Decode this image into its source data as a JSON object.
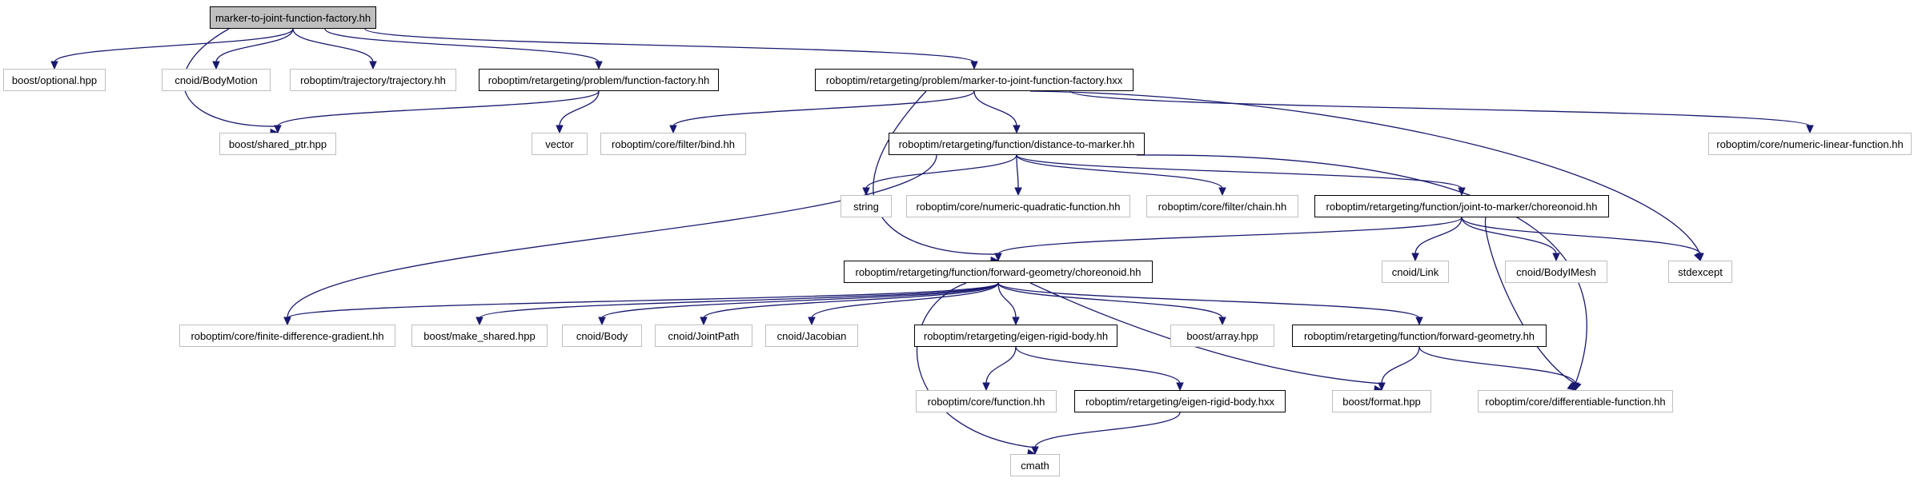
{
  "graph": {
    "nodes": {
      "root": "marker-to-joint-function-factory.hh",
      "optional": "boost/optional.hpp",
      "bodymotion": "cnoid/BodyMotion",
      "trajectory": "roboptim/trajectory/trajectory.hh",
      "funcfactory": "roboptim/retargeting/problem/function-factory.hh",
      "m2jhxx": "roboptim/retargeting/problem/marker-to-joint-function-factory.hxx",
      "shared_ptr": "boost/shared_ptr.hpp",
      "vector": "vector",
      "bind": "roboptim/core/filter/bind.hh",
      "dist": "roboptim/retargeting/function/distance-to-marker.hh",
      "numlin": "roboptim/core/numeric-linear-function.hh",
      "string": "string",
      "numquad": "roboptim/core/numeric-quadratic-function.hh",
      "chain": "roboptim/core/filter/chain.hh",
      "j2m": "roboptim/retargeting/function/joint-to-marker/choreonoid.hh",
      "fgchor": "roboptim/retargeting/function/forward-geometry/choreonoid.hh",
      "link": "cnoid/Link",
      "bodymesh": "cnoid/BodyIMesh",
      "stdexcept": "stdexcept",
      "fdgrad": "roboptim/core/finite-difference-gradient.hh",
      "makeshared": "boost/make_shared.hpp",
      "body": "cnoid/Body",
      "jointpath": "cnoid/JointPath",
      "jacobian": "cnoid/Jacobian",
      "erbhh": "roboptim/retargeting/eigen-rigid-body.hh",
      "array": "boost/array.hpp",
      "fg": "roboptim/retargeting/function/forward-geometry.hh",
      "corefunc": "roboptim/core/function.hh",
      "erbhxx": "roboptim/retargeting/eigen-rigid-body.hxx",
      "format": "boost/format.hpp",
      "difffunc": "roboptim/core/differentiable-function.hh",
      "cmath": "cmath"
    },
    "edges": [
      [
        "root",
        "optional"
      ],
      [
        "root",
        "bodymotion"
      ],
      [
        "root",
        "trajectory"
      ],
      [
        "root",
        "funcfactory"
      ],
      [
        "root",
        "m2jhxx"
      ],
      [
        "root",
        "shared_ptr"
      ],
      [
        "funcfactory",
        "shared_ptr"
      ],
      [
        "funcfactory",
        "vector"
      ],
      [
        "m2jhxx",
        "bind"
      ],
      [
        "m2jhxx",
        "dist"
      ],
      [
        "m2jhxx",
        "numlin"
      ],
      [
        "m2jhxx",
        "stdexcept"
      ],
      [
        "m2jhxx",
        "fgchor"
      ],
      [
        "dist",
        "string"
      ],
      [
        "dist",
        "numquad"
      ],
      [
        "dist",
        "chain"
      ],
      [
        "dist",
        "j2m"
      ],
      [
        "dist",
        "fdgrad"
      ],
      [
        "dist",
        "difffunc"
      ],
      [
        "j2m",
        "fgchor"
      ],
      [
        "j2m",
        "link"
      ],
      [
        "j2m",
        "bodymesh"
      ],
      [
        "j2m",
        "stdexcept"
      ],
      [
        "j2m",
        "difffunc"
      ],
      [
        "fgchor",
        "fdgrad"
      ],
      [
        "fgchor",
        "makeshared"
      ],
      [
        "fgchor",
        "body"
      ],
      [
        "fgchor",
        "jointpath"
      ],
      [
        "fgchor",
        "jacobian"
      ],
      [
        "fgchor",
        "erbhh"
      ],
      [
        "fgchor",
        "array"
      ],
      [
        "fgchor",
        "fg"
      ],
      [
        "fgchor",
        "format"
      ],
      [
        "fgchor",
        "cmath"
      ],
      [
        "erbhh",
        "corefunc"
      ],
      [
        "erbhh",
        "erbhxx"
      ],
      [
        "erbhxx",
        "cmath"
      ],
      [
        "fg",
        "format"
      ],
      [
        "fg",
        "difffunc"
      ]
    ]
  },
  "colors": {
    "edge": "#191970",
    "external_border": "#bfbfbf",
    "internal_border": "#000000",
    "root_fill": "#bfbfbf"
  }
}
